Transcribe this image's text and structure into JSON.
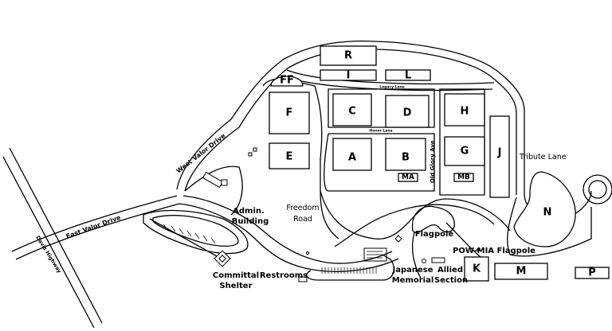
{
  "sections": {
    "R": "R",
    "I": "I",
    "L": "L",
    "FF": "FF",
    "F": "F",
    "C": "C",
    "D": "D",
    "H": "H",
    "E": "E",
    "A": "A",
    "B": "B",
    "G": "G",
    "J": "J",
    "MA": "MA",
    "MB": "MB",
    "N": "N",
    "K": "K",
    "M": "M",
    "P": "P"
  },
  "roads": {
    "west_valor_drive": "West Valor Drive",
    "east_valor_drive": "East Valor Drive",
    "davis_highway": "Davis Highway",
    "old_glory_ave": "Old Glory Ave",
    "legacy_lane": "Legacy Lane",
    "tribute_lane": "Tribute Lane",
    "freedom_road_1": "Freedom",
    "freedom_road_2": "Road",
    "middle_lane": "Honor Lane"
  },
  "places": {
    "admin_line1": "Admin.",
    "admin_line2": "Building",
    "committal_line1": "Committal",
    "committal_line2": "Shelter",
    "restrooms": "Restrooms",
    "japanese_line1": "Japanese",
    "japanese_line2": "Memorial",
    "allied_line1": "Allied",
    "allied_line2": "Section",
    "flagpole": "Flagpole",
    "pow_mia_flagpole": "POW-MIA Flagpole"
  }
}
